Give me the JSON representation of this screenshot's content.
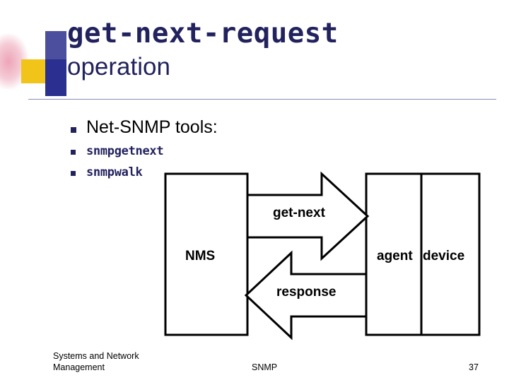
{
  "slide": {
    "title_line1": "get-next-request",
    "title_line2": "operation",
    "bullets": [
      {
        "level": 1,
        "text": "Net-SNMP tools:"
      },
      {
        "level": 2,
        "text": "snmpgetnext"
      },
      {
        "level": 2,
        "text": "snmpwalk"
      }
    ]
  },
  "diagram": {
    "nms_label": "NMS",
    "agent_label": "agent",
    "device_label": "device",
    "request_arrow_label": "get-next",
    "response_arrow_label": "response",
    "stroke_color": "#000000",
    "fill_color": "#ffffff"
  },
  "footer": {
    "left_line1": "Systems and Network",
    "left_line2": "Management",
    "center": "SNMP",
    "page_number": "37"
  }
}
